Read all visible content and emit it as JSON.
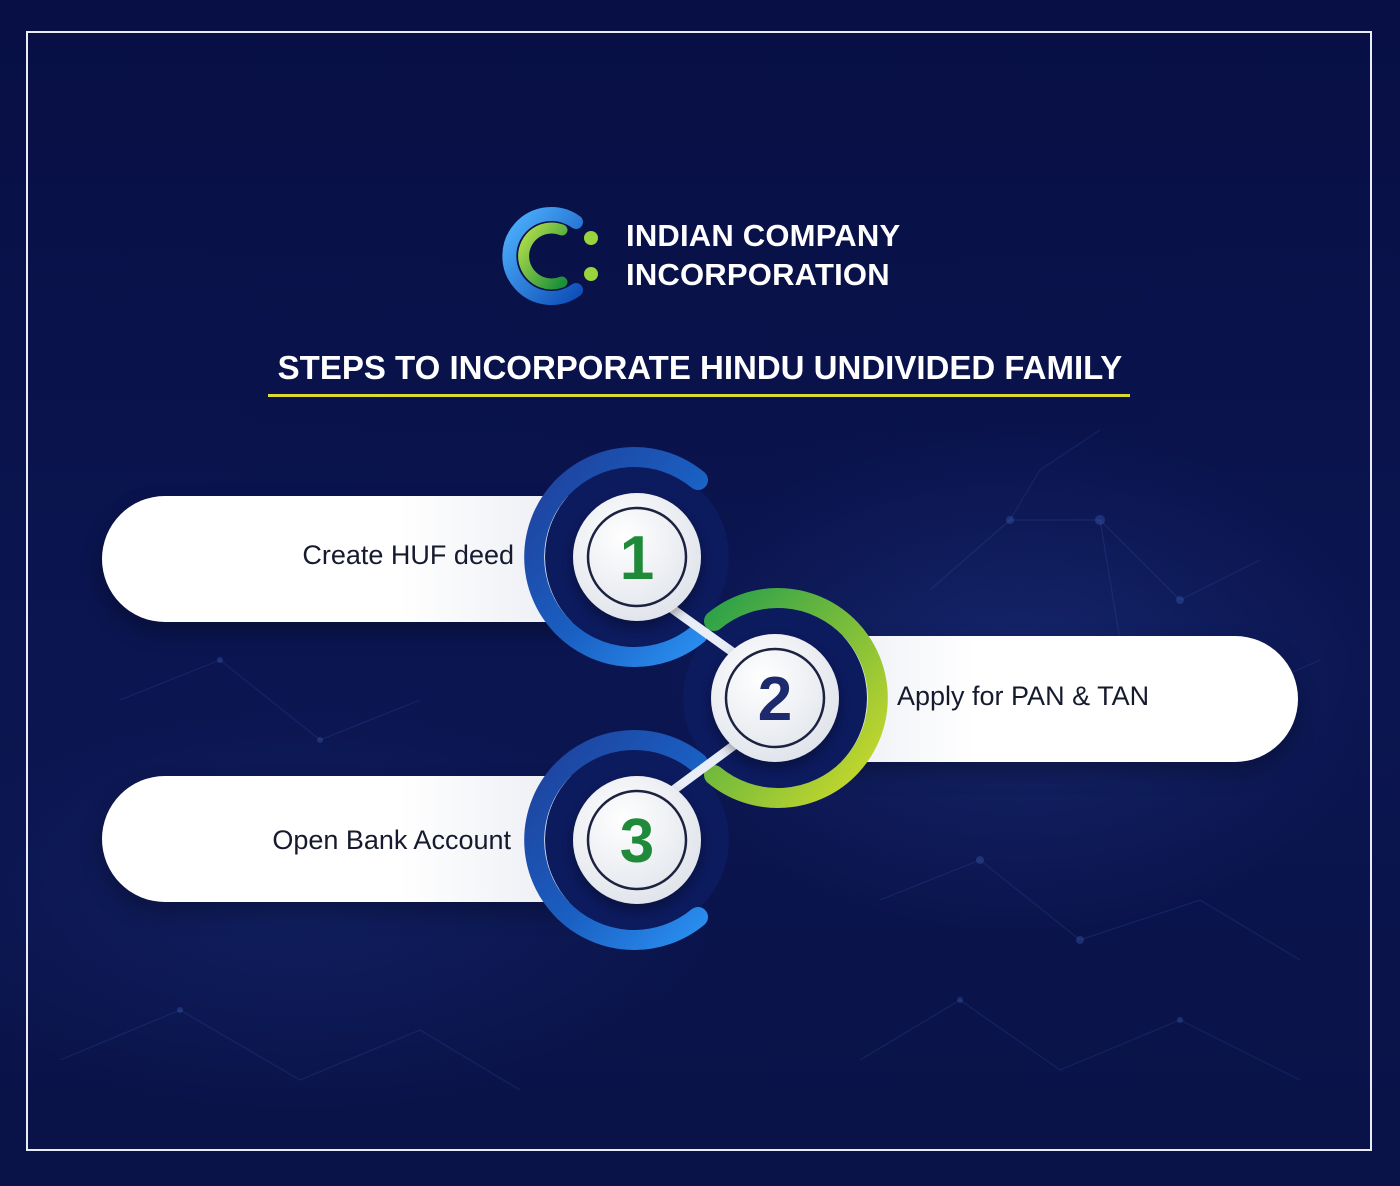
{
  "brand": {
    "name_line_1": "INDIAN COMPANY",
    "name_line_2": "INCORPORATION"
  },
  "title": "STEPS TO INCORPORATE HINDU UNDIVIDED FAMILY",
  "steps": [
    {
      "number": "1",
      "label": "Create HUF deed"
    },
    {
      "number": "2",
      "label": "Apply for PAN & TAN"
    },
    {
      "number": "3",
      "label": "Open Bank Account"
    }
  ],
  "colors": {
    "background": "#0a1245",
    "title_underline": "#d9dc35",
    "number_green": "#1f8a3a",
    "number_navy": "#1d2a6e",
    "ring_blue": "#1a6fd0",
    "ring_green": "#8ac43f"
  }
}
